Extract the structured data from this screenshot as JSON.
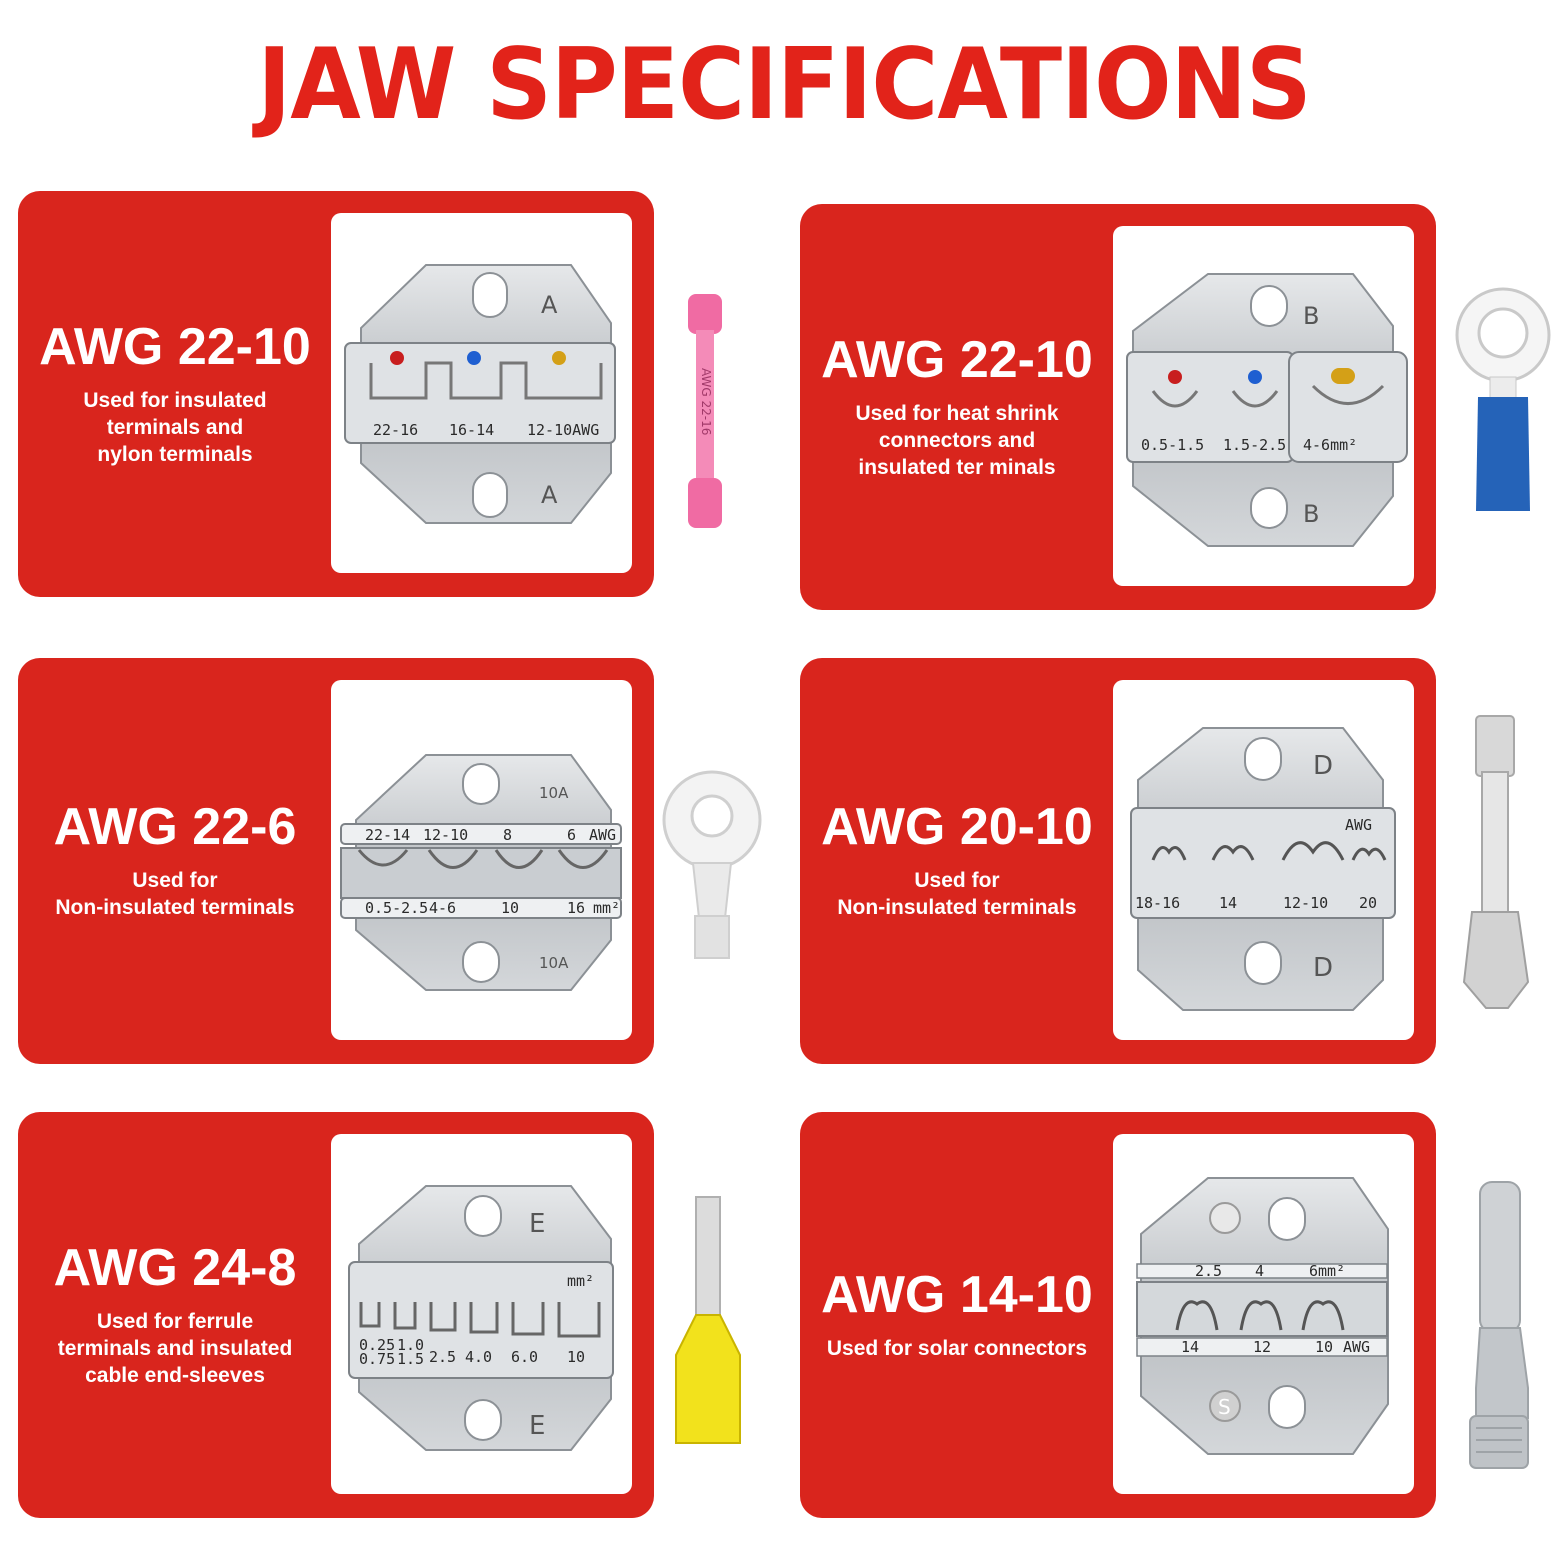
{
  "title": "JAW SPECIFICATIONS",
  "colors": {
    "accent": "#d9251d",
    "title": "#e2231a"
  },
  "cards": [
    {
      "awg": "AWG 22-10",
      "desc": "Used for insulated\nterminals and\nnylon terminals",
      "die": {
        "letter": "A",
        "top": [
          "22-16",
          "16-14",
          "12-10AWG"
        ],
        "bottom": []
      },
      "terminal": "pink-heat-shrink-butt-connector-icon",
      "terminal_text": "AWG 22-16"
    },
    {
      "awg": "AWG 22-10",
      "desc": "Used for heat shrink\nconnectors and\ninsulated ter minals",
      "die": {
        "letter": "B",
        "top": [
          "0.5-1.5",
          "1.5-2.5",
          "4-6mm²"
        ],
        "bottom": []
      },
      "terminal": "blue-ring-terminal-icon"
    },
    {
      "awg": "AWG 22-6",
      "desc": "Used for\nNon-insulated terminals",
      "die": {
        "letter": "10A",
        "top": [
          "22-14",
          "12-10",
          "8",
          "6",
          "AWG"
        ],
        "bottom": [
          "0.5-2.5",
          "4-6",
          "10",
          "16",
          "mm²"
        ]
      },
      "terminal": "non-insulated-ring-terminal-icon"
    },
    {
      "awg": "AWG 20-10",
      "desc": "Used for\nNon-insulated terminals",
      "die": {
        "letter": "D",
        "top": [
          "AWG"
        ],
        "bottom": [
          "18-16",
          "14",
          "12-10",
          "20"
        ]
      },
      "terminal": "open-barrel-terminal-icon"
    },
    {
      "awg": "AWG 24-8",
      "desc": "Used for ferrule\nterminals and insulated\ncable end-sleeves",
      "die": {
        "letter": "E",
        "top": [
          "mm²"
        ],
        "bottom": [
          "0.25",
          "0.75",
          "1.0",
          "1.5",
          "2.5",
          "4.0",
          "6.0",
          "10"
        ]
      },
      "terminal": "yellow-ferrule-icon"
    },
    {
      "awg": "AWG 14-10",
      "desc": "Used for solar connectors",
      "die": {
        "letter": "S",
        "top": [
          "2.5",
          "4",
          "6mm²"
        ],
        "bottom": [
          "14",
          "12",
          "10",
          "AWG"
        ]
      },
      "terminal": "solar-connector-pin-icon"
    }
  ]
}
